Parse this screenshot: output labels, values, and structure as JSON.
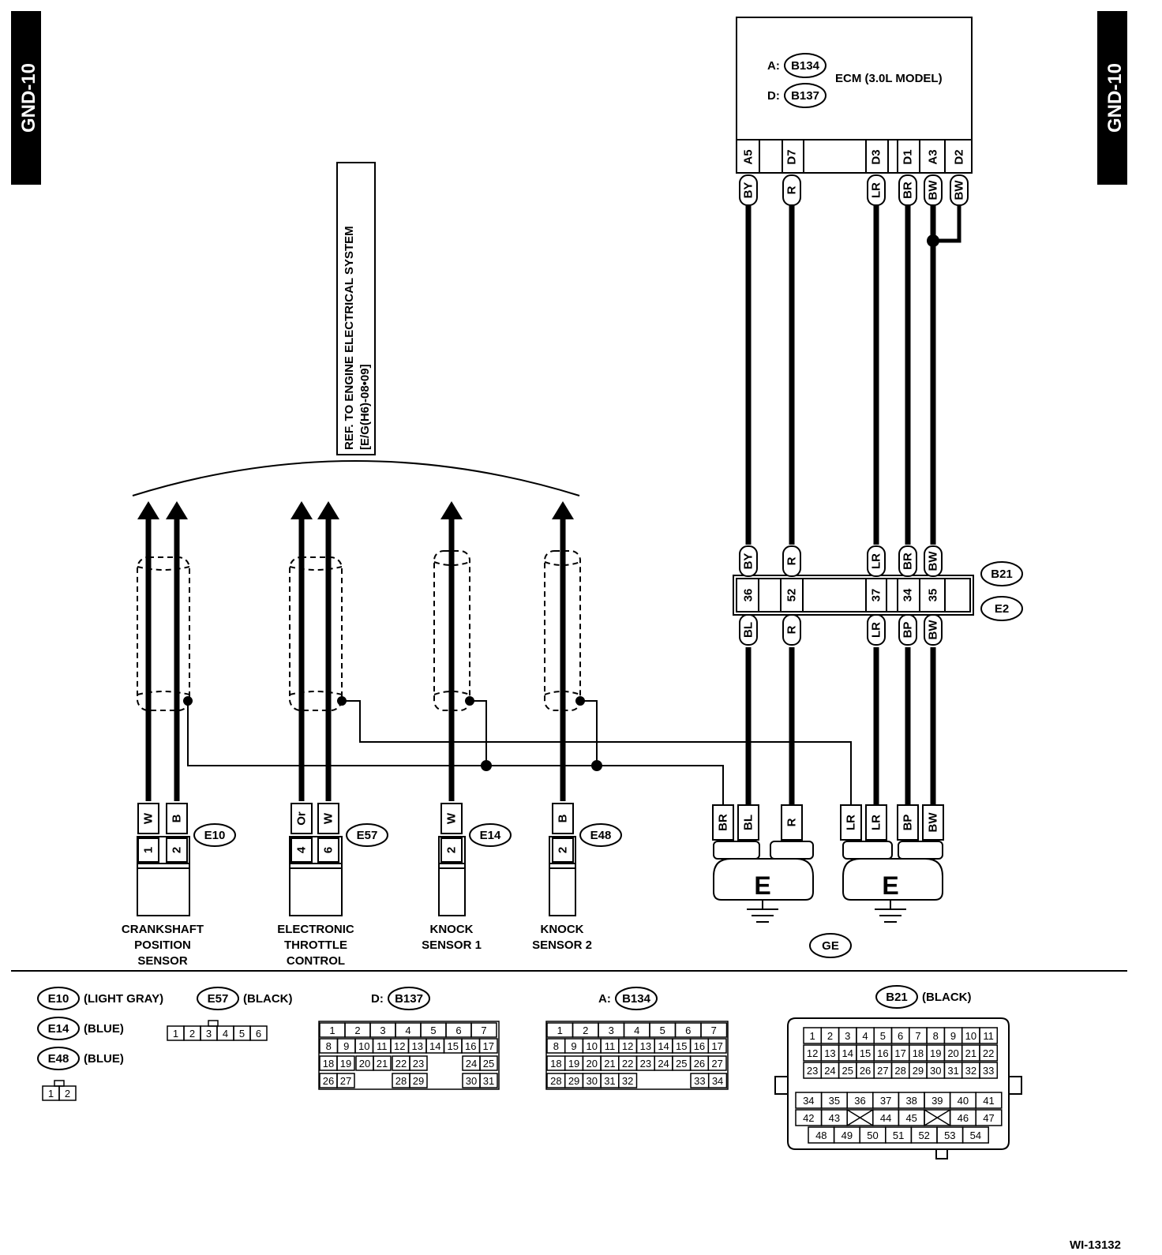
{
  "page_code": "GND-10",
  "figure_id": "WI-13132",
  "ecm": {
    "name": "ECM (3.0L MODEL)",
    "connectors": [
      {
        "prefix": "A:",
        "id": "B134"
      },
      {
        "prefix": "D:",
        "id": "B137"
      }
    ],
    "pins": [
      "A5",
      "D7",
      "D3",
      "D1",
      "A3",
      "D2"
    ],
    "wire_colors": [
      "BY",
      "R",
      "LR",
      "BR",
      "BW",
      "BW"
    ]
  },
  "reference": {
    "line1": "REF. TO ENGINE ELECTRICAL SYSTEM",
    "line2": "[E/G(H6)-08•09]"
  },
  "joint_connector": {
    "ids": [
      "B21",
      "E2"
    ],
    "top_colors": [
      "BY",
      "R",
      "LR",
      "BR",
      "BW"
    ],
    "pins": [
      "36",
      "52",
      "37",
      "34",
      "35"
    ],
    "bottom_colors": [
      "BL",
      "R",
      "LR",
      "BP",
      "BW"
    ]
  },
  "sensors": [
    {
      "id": "E10",
      "name": [
        "CRANKSHAFT",
        "POSITION",
        "SENSOR"
      ],
      "wires": [
        "W",
        "B"
      ],
      "pins": [
        "1",
        "2"
      ]
    },
    {
      "id": "E57",
      "name": [
        "ELECTRONIC",
        "THROTTLE",
        "CONTROL"
      ],
      "wires": [
        "Or",
        "W"
      ],
      "pins": [
        "4",
        "6"
      ]
    },
    {
      "id": "E14",
      "name": [
        "KNOCK",
        "SENSOR 1"
      ],
      "wires": [
        "W"
      ],
      "pins": [
        "2"
      ]
    },
    {
      "id": "E48",
      "name": [
        "KNOCK",
        "SENSOR 2"
      ],
      "wires": [
        "B"
      ],
      "pins": [
        "2"
      ]
    }
  ],
  "grounds": {
    "left_colors": [
      "BR",
      "BL",
      "R"
    ],
    "right_colors": [
      "LR",
      "LR",
      "BP",
      "BW"
    ],
    "label": "E",
    "id": "GE"
  },
  "connector_legend": [
    {
      "id": "E10",
      "desc": "(LIGHT GRAY)"
    },
    {
      "id": "E57",
      "desc": "(BLACK)"
    },
    {
      "id": "E14",
      "desc": "(BLUE)"
    },
    {
      "id": "E48",
      "desc": "(BLUE)"
    },
    {
      "id": "B137",
      "prefix": "D:"
    },
    {
      "id": "B134",
      "prefix": "A:"
    },
    {
      "id": "B21",
      "desc": "(BLACK)"
    }
  ],
  "pinouts": {
    "e57": [
      "1",
      "2",
      "3",
      "4",
      "5",
      "6"
    ],
    "two_pin": [
      "1",
      "2"
    ],
    "b137": [
      [
        "1",
        "2",
        "3",
        "4",
        "5",
        "6",
        "7"
      ],
      [
        "8",
        "9",
        "10",
        "11",
        "12",
        "13",
        "14",
        "15",
        "16",
        "17"
      ],
      [
        "18",
        "19",
        "20",
        "21",
        "22",
        "23",
        "24",
        "25"
      ],
      [
        "26",
        "27",
        "28",
        "29",
        "30",
        "31"
      ]
    ],
    "b134": [
      [
        "1",
        "2",
        "3",
        "4",
        "5",
        "6",
        "7"
      ],
      [
        "8",
        "9",
        "10",
        "11",
        "12",
        "13",
        "14",
        "15",
        "16",
        "17"
      ],
      [
        "18",
        "19",
        "20",
        "21",
        "22",
        "23",
        "24",
        "25",
        "26",
        "27"
      ],
      [
        "28",
        "29",
        "30",
        "31",
        "32",
        "33",
        "34"
      ]
    ],
    "b21": [
      [
        "1",
        "2",
        "3",
        "4",
        "5",
        "6",
        "7",
        "8",
        "9",
        "10",
        "11"
      ],
      [
        "12",
        "13",
        "14",
        "15",
        "16",
        "17",
        "18",
        "19",
        "20",
        "21",
        "22"
      ],
      [
        "23",
        "24",
        "25",
        "26",
        "27",
        "28",
        "29",
        "30",
        "31",
        "32",
        "33"
      ],
      [
        "34",
        "35",
        "36",
        "37",
        "38",
        "39",
        "40",
        "41"
      ],
      [
        "42",
        "43",
        "",
        "44",
        "45",
        "",
        "46",
        "47"
      ],
      [
        "48",
        "49",
        "50",
        "51",
        "52",
        "53",
        "54"
      ]
    ]
  }
}
